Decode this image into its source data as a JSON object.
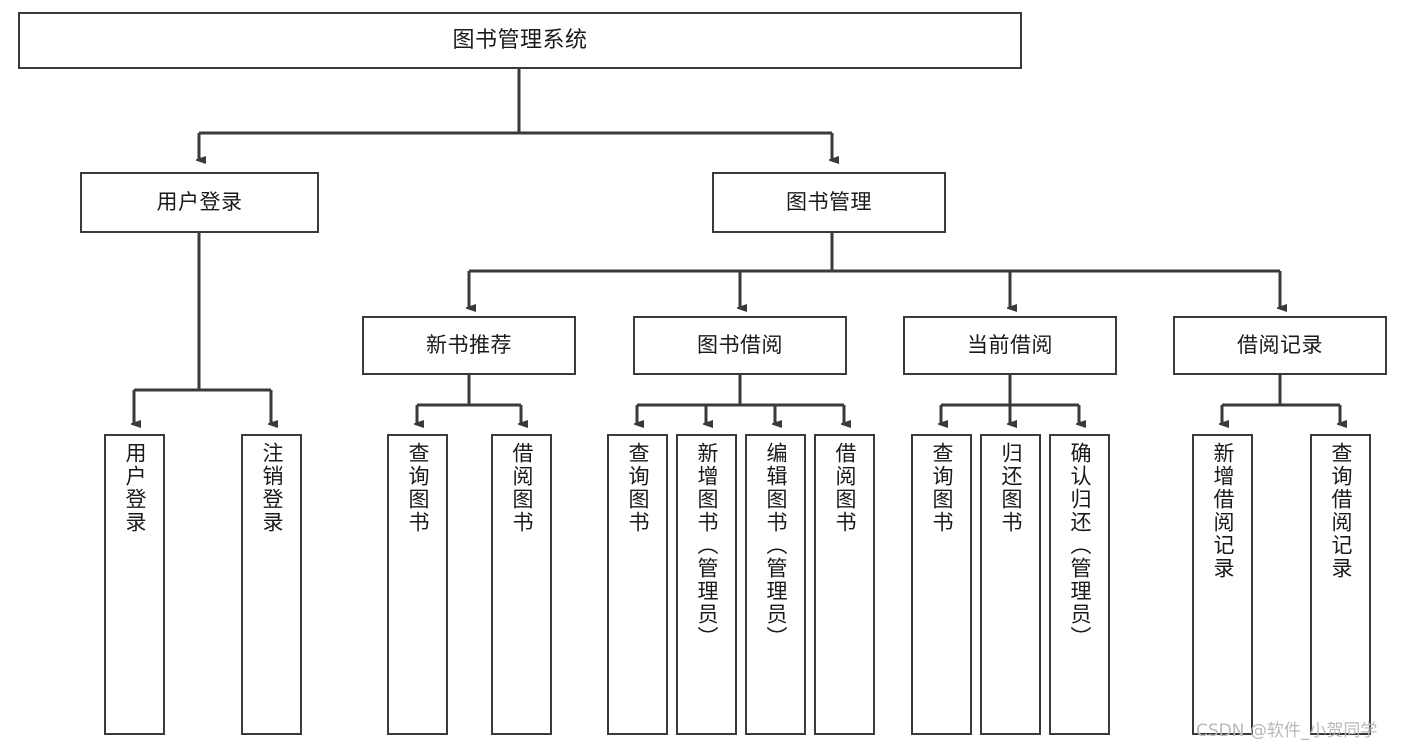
{
  "page": {
    "title": "图书管理系统 功能结构图",
    "background_color": "#ffffff",
    "box_border_color": "#3a3a3a",
    "box_fill_color": "#ffffff",
    "text_color": "#1a1a1a"
  },
  "watermark": {
    "text": "CSDN @软件_小贺同学",
    "color": "#b9b9b9"
  },
  "chart_data": {
    "type": "diagram",
    "diagram_kind": "tree / functional-structure chart",
    "title": "图书管理系统",
    "orientation": "top-down",
    "edge_style": "orthogonal with arrowheads",
    "nodes": [
      {
        "id": "root",
        "label": "图书管理系统",
        "level": 0,
        "text_orientation": "horizontal"
      },
      {
        "id": "l1-login",
        "label": "用户登录",
        "level": 1,
        "text_orientation": "horizontal"
      },
      {
        "id": "l1-manage",
        "label": "图书管理",
        "level": 1,
        "text_orientation": "horizontal"
      },
      {
        "id": "l2-new",
        "label": "新书推荐",
        "level": 2,
        "text_orientation": "horizontal"
      },
      {
        "id": "l2-borrow",
        "label": "图书借阅",
        "level": 2,
        "text_orientation": "horizontal"
      },
      {
        "id": "l2-current",
        "label": "当前借阅",
        "level": 2,
        "text_orientation": "horizontal"
      },
      {
        "id": "l2-record",
        "label": "借阅记录",
        "level": 2,
        "text_orientation": "horizontal"
      },
      {
        "id": "l3-a1",
        "label": "用户登录",
        "level": 3,
        "text_orientation": "vertical"
      },
      {
        "id": "l3-a2",
        "label": "注销登录",
        "level": 3,
        "text_orientation": "vertical"
      },
      {
        "id": "l3-b1",
        "label": "查询图书",
        "level": 3,
        "text_orientation": "vertical"
      },
      {
        "id": "l3-b2",
        "label": "借阅图书",
        "level": 3,
        "text_orientation": "vertical"
      },
      {
        "id": "l3-c1",
        "label": "查询图书",
        "level": 3,
        "text_orientation": "vertical"
      },
      {
        "id": "l3-c2",
        "label": "新增图书（管理员）",
        "level": 3,
        "text_orientation": "vertical"
      },
      {
        "id": "l3-c3",
        "label": "编辑图书（管理员）",
        "level": 3,
        "text_orientation": "vertical"
      },
      {
        "id": "l3-c4",
        "label": "借阅图书",
        "level": 3,
        "text_orientation": "vertical"
      },
      {
        "id": "l3-d1",
        "label": "查询图书",
        "level": 3,
        "text_orientation": "vertical"
      },
      {
        "id": "l3-d2",
        "label": "归还图书",
        "level": 3,
        "text_orientation": "vertical"
      },
      {
        "id": "l3-d3",
        "label": "确认归还（管理员）",
        "level": 3,
        "text_orientation": "vertical"
      },
      {
        "id": "l3-e1",
        "label": "新增借阅记录",
        "level": 3,
        "text_orientation": "vertical"
      },
      {
        "id": "l3-e2",
        "label": "查询借阅记录",
        "level": 3,
        "text_orientation": "vertical"
      }
    ],
    "edges": [
      {
        "from": "root",
        "to": "l1-login"
      },
      {
        "from": "root",
        "to": "l1-manage"
      },
      {
        "from": "l1-login",
        "to": "l3-a1"
      },
      {
        "from": "l1-login",
        "to": "l3-a2"
      },
      {
        "from": "l1-manage",
        "to": "l2-new"
      },
      {
        "from": "l1-manage",
        "to": "l2-borrow"
      },
      {
        "from": "l1-manage",
        "to": "l2-current"
      },
      {
        "from": "l1-manage",
        "to": "l2-record"
      },
      {
        "from": "l2-new",
        "to": "l3-b1"
      },
      {
        "from": "l2-new",
        "to": "l3-b2"
      },
      {
        "from": "l2-borrow",
        "to": "l3-c1"
      },
      {
        "from": "l2-borrow",
        "to": "l3-c2"
      },
      {
        "from": "l2-borrow",
        "to": "l3-c3"
      },
      {
        "from": "l2-borrow",
        "to": "l3-c4"
      },
      {
        "from": "l2-current",
        "to": "l3-d1"
      },
      {
        "from": "l2-current",
        "to": "l3-d2"
      },
      {
        "from": "l2-current",
        "to": "l3-d3"
      },
      {
        "from": "l2-record",
        "to": "l3-e1"
      },
      {
        "from": "l2-record",
        "to": "l3-e2"
      }
    ]
  }
}
